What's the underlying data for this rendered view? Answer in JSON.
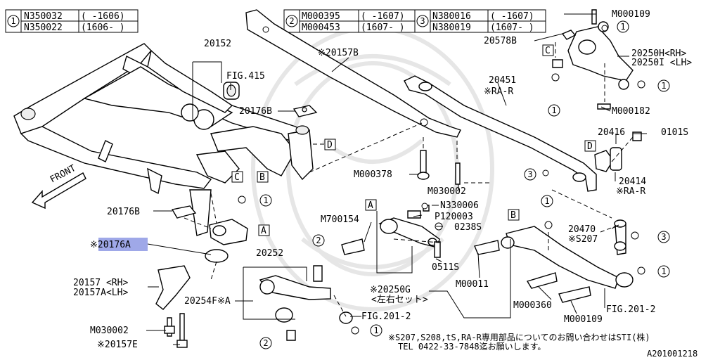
{
  "legend": {
    "one": {
      "num": "1",
      "rows": [
        {
          "part": "N350032",
          "range": "( -1606)"
        },
        {
          "part": "N350022",
          "range": "(1606- )"
        }
      ]
    },
    "two": {
      "num": "2",
      "rows": [
        {
          "part": "M000395",
          "range": "( -1607)"
        },
        {
          "part": "M000453",
          "range": "(1607- )"
        }
      ]
    },
    "three": {
      "num": "3",
      "rows": [
        {
          "part": "N380016",
          "range": "( -1607)"
        },
        {
          "part": "N380019",
          "range": "(1607- )"
        }
      ]
    }
  },
  "labels": {
    "p20152": "20152",
    "fig415": "FIG.415",
    "p20157b": "※20157B",
    "p20451": "20451",
    "rar": "※RA-R",
    "p20578b": "20578B",
    "m000109a": "M000109",
    "p20250h": "20250H<RH>",
    "p20250i": "20250I <LH>",
    "m000182": "M000182",
    "p20176b_top": "20176B",
    "p20416": "20416",
    "p0101s": "0101S",
    "p20414": "20414",
    "rar2": "※RA-R",
    "m000378": "M000378",
    "m030002a": "M030002",
    "n330006": "N330006",
    "p120003": "P120003",
    "m700154": "M700154",
    "p0238s": "0238S",
    "p0511s": "0511S",
    "p20470": "20470",
    "s207": "※S207",
    "p20176b_bot": "20176B",
    "p20176a": "※20176A",
    "p20252": "20252",
    "p20157rh": "20157 <RH>",
    "p20157alh": "20157A<LH>",
    "p20254f": "20254F※A",
    "m00011": "M00011",
    "m000360": "M000360",
    "m000109b": "M000109",
    "fig2012a": "FIG.201-2",
    "fig2012b": "FIG.201-2",
    "p20250g": "※20250G",
    "sayu": "<左右セット>",
    "m030002b": "M030002",
    "p20157e": "※20157E",
    "front": "FRONT",
    "note1": "※S207,S208,tS,RA-R専用部品についてのお問い合わせはSTI(株)",
    "note2": "TEL 0422-33-7848迄お願いします。",
    "code": "A201001218"
  },
  "callouts": {
    "A": "A",
    "B": "B",
    "C": "C",
    "D": "D",
    "one": "1",
    "two": "2",
    "three": "3"
  }
}
